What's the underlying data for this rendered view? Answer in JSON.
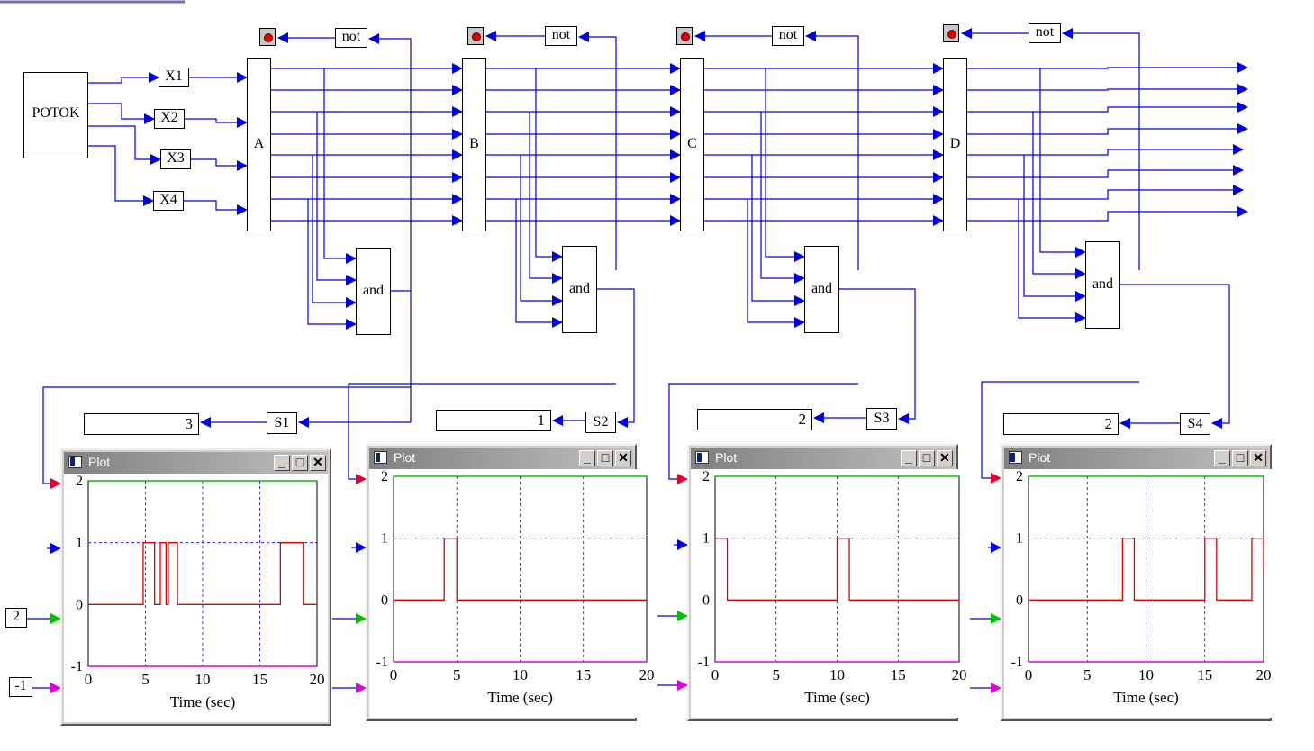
{
  "source_block": {
    "label": "POTOK"
  },
  "inputs": [
    {
      "label": "X1"
    },
    {
      "label": "X2"
    },
    {
      "label": "X3"
    },
    {
      "label": "X4"
    }
  ],
  "registers": [
    {
      "label": "A"
    },
    {
      "label": "B"
    },
    {
      "label": "C"
    },
    {
      "label": "D"
    }
  ],
  "stages": [
    {
      "not_label": "not",
      "and_label": "and",
      "sum_label": "S1",
      "display_value": "3"
    },
    {
      "not_label": "not",
      "and_label": "and",
      "sum_label": "S2",
      "display_value": "1"
    },
    {
      "not_label": "not",
      "and_label": "and",
      "sum_label": "S3",
      "display_value": "2"
    },
    {
      "not_label": "not",
      "and_label": "and",
      "sum_label": "S4",
      "display_value": "2"
    }
  ],
  "constants": [
    {
      "value": "2"
    },
    {
      "value": "-1"
    }
  ],
  "colors": {
    "wire": "#0000e0",
    "signal": "#e00000",
    "upper_limit": "#00c000",
    "lower_limit": "#e000e0",
    "grid": "#0000c0"
  },
  "plots": [
    {
      "title": "Plot",
      "xlabel": "Time (sec)",
      "ylim": [
        -1,
        2
      ],
      "xlim": [
        0,
        20
      ],
      "x_ticks": [
        "0",
        "5",
        "10",
        "15",
        "20"
      ],
      "y_ticks": [
        "2",
        "1",
        "0",
        "-1"
      ],
      "signal": [
        [
          0,
          0
        ],
        [
          4.8,
          0
        ],
        [
          4.8,
          1
        ],
        [
          5.8,
          1
        ],
        [
          5.8,
          0
        ],
        [
          6.3,
          0
        ],
        [
          6.3,
          1
        ],
        [
          6.8,
          1
        ],
        [
          6.8,
          0
        ],
        [
          7,
          0
        ],
        [
          7,
          1
        ],
        [
          7.8,
          1
        ],
        [
          7.8,
          0
        ],
        [
          16.8,
          0
        ],
        [
          16.8,
          1
        ],
        [
          18.8,
          1
        ],
        [
          18.8,
          0
        ],
        [
          20,
          0
        ]
      ]
    },
    {
      "title": "Plot",
      "xlabel": "Time (sec)",
      "ylim": [
        -1,
        2
      ],
      "xlim": [
        0,
        20
      ],
      "x_ticks": [
        "0",
        "5",
        "10",
        "15",
        "20"
      ],
      "y_ticks": [
        "2",
        "1",
        "0",
        "-1"
      ],
      "signal": [
        [
          0,
          0
        ],
        [
          4,
          0
        ],
        [
          4,
          1
        ],
        [
          5,
          1
        ],
        [
          5,
          0
        ],
        [
          20,
          0
        ]
      ]
    },
    {
      "title": "Plot",
      "xlabel": "Time (sec)",
      "ylim": [
        -1,
        2
      ],
      "xlim": [
        0,
        20
      ],
      "x_ticks": [
        "0",
        "5",
        "10",
        "15",
        "20"
      ],
      "y_ticks": [
        "2",
        "1",
        "0",
        "-1"
      ],
      "signal": [
        [
          0,
          1
        ],
        [
          1,
          1
        ],
        [
          1,
          0
        ],
        [
          10,
          0
        ],
        [
          10,
          1
        ],
        [
          11,
          1
        ],
        [
          11,
          0
        ],
        [
          20,
          0
        ]
      ]
    },
    {
      "title": "Plot",
      "xlabel": "Time (sec)",
      "ylim": [
        -1,
        2
      ],
      "xlim": [
        0,
        20
      ],
      "x_ticks": [
        "0",
        "5",
        "10",
        "15",
        "20"
      ],
      "y_ticks": [
        "2",
        "1",
        "0",
        "-1"
      ],
      "signal": [
        [
          0,
          0
        ],
        [
          8,
          0
        ],
        [
          8,
          1
        ],
        [
          9,
          1
        ],
        [
          9,
          0
        ],
        [
          15,
          0
        ],
        [
          15,
          1
        ],
        [
          16,
          1
        ],
        [
          16,
          0
        ],
        [
          19,
          0
        ],
        [
          19,
          1
        ],
        [
          20,
          1
        ],
        [
          20,
          0.5
        ]
      ]
    }
  ]
}
